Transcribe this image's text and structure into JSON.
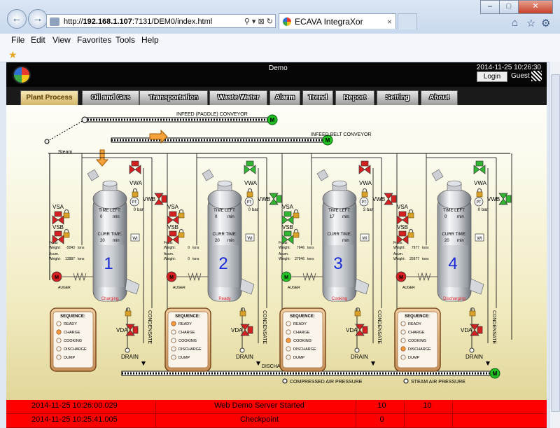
{
  "browser": {
    "url_prefix": "http://",
    "url_host": "192.168.1.107",
    "url_rest": ":7131/DEM0/index.html",
    "address_tools": "⚲ ▾ ⊠ ↻",
    "tab_title": "ECAVA IntegraXor",
    "back": "←",
    "forward": "→",
    "tab_close": "×",
    "min": "–",
    "max": "□",
    "close": "✕",
    "home": "⌂",
    "favorites": "☆",
    "settings": "⚙",
    "fav_star": "★"
  },
  "menu": [
    "File",
    "Edit",
    "View",
    "Favorites",
    "Tools",
    "Help"
  ],
  "hmi": {
    "title": "Demo",
    "clock": "2014-11-25 10:26:30",
    "login": "Login",
    "guest": "Guest",
    "tabs": [
      "Plant Process",
      "Oil and Gas",
      "Transportation",
      "Waste Water",
      "Alarm",
      "Trend",
      "Report",
      "Setting",
      "About"
    ],
    "active_tab": 0,
    "labels": {
      "infeed_paddle": "INFEED (PADDLE) CONVEYOR",
      "infeed_belt": "INFEED BELT CONVEYOR",
      "steam": "Steam",
      "discharging": "DISCHARGING CONVEYOR",
      "compressed_air": "COMPRESSED AIR PRESSURE",
      "steam_air": "STEAM AIR PRESSURE",
      "motor": "M",
      "drain": "DRAIN",
      "condensate": "CONDENSATE",
      "auger": "AUGER",
      "vsa": "VSA",
      "vsb": "VSB",
      "vwa": "VWA",
      "vwb": "VWB",
      "vda": "VDA",
      "wi": "WI",
      "pt": "PT",
      "bar": "bar",
      "time_left": "TIME LEFT:",
      "curr_time": "CURR TIME:",
      "min": "min",
      "tons": "tons",
      "fruits_weight": "Fruits\nWeight:",
      "acum_weight": "Acum.\nWeight:",
      "sequence": "SEQUENCE:",
      "steps": [
        "READY",
        "CHARGE",
        "COOKING",
        "DISCHARGE",
        "DUMP"
      ]
    },
    "sterilizers": [
      {
        "number": "1",
        "status": "Charging",
        "time_left": "0",
        "curr_time": "20",
        "pressure": "0",
        "fruits_weight": "-5043",
        "acum_weight": "13987",
        "fruits_tons": "tons",
        "acum_tons": "tons",
        "active_step": 1,
        "auger_on": false,
        "vsa_open": false,
        "vsb_open": false,
        "vwa_open": false,
        "vwb_open": false,
        "vda_open": false
      },
      {
        "number": "2",
        "status": "Ready",
        "time_left": "0",
        "curr_time": "20",
        "pressure": "0",
        "fruits_weight": "0",
        "acum_weight": "0",
        "fruits_tons": "tons",
        "acum_tons": "tons",
        "active_step": 0,
        "auger_on": false,
        "vsa_open": false,
        "vsb_open": false,
        "vwa_open": true,
        "vwb_open": true,
        "vda_open": false
      },
      {
        "number": "3",
        "status": "Cooking",
        "time_left": "17",
        "pressure": "3",
        "fruits_weight": "7946",
        "acum_weight": "27946",
        "fruits_tons": "tons",
        "acum_tons": "tons",
        "active_step": 2,
        "auger_on": true,
        "vsa_open": true,
        "vsb_open": true,
        "vwa_open": false,
        "vwb_open": false,
        "vda_open": false
      },
      {
        "number": "4",
        "status": "Discharging",
        "time_left": "0",
        "curr_time": "20",
        "pressure": "0",
        "fruits_weight": "7977",
        "acum_weight": "25977",
        "fruits_tons": "tons",
        "acum_tons": "tons",
        "active_step": 3,
        "auger_on": false,
        "vsa_open": false,
        "vsb_open": false,
        "vwa_open": true,
        "vwb_open": true,
        "vda_open": false
      }
    ]
  },
  "event_log": [
    {
      "time": "2014-11-25 10:26:00.029",
      "message": "Web Demo Server Started",
      "value1": "10",
      "value2": "10"
    },
    {
      "time": "2014-11-25 10:25:41.005",
      "message": "Checkpoint",
      "value1": "0",
      "value2": ""
    }
  ],
  "colors": {
    "log_bg": "#ff0000",
    "valve_open": "#2fb82f",
    "valve_closed": "#d42020",
    "motor_on": "#22c022",
    "motor_off": "#d42020",
    "tab_active": "#e3c77e"
  }
}
